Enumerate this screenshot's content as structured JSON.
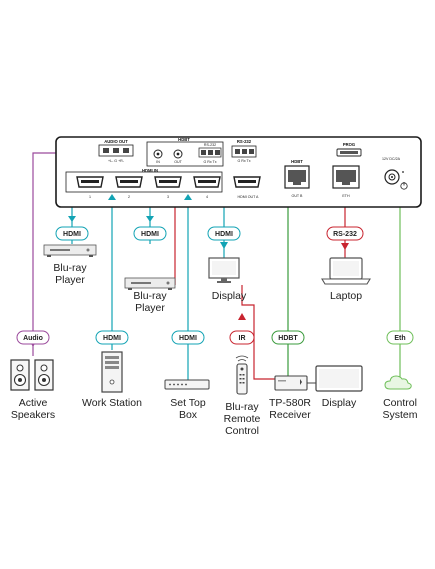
{
  "device": {
    "audio_out": "AUDIO OUT",
    "audio_pins": "+L-  G  +R-",
    "hdbt_top": "HDBT",
    "hdbt_in": "IN",
    "hdbt_out": "OUT",
    "hdbt_rs232": "RS-232",
    "hdbt_rs_pins": "G Rx Tx",
    "rs232": "RS-232",
    "rs232_pins": "G Rx Tx",
    "prog": "PROG",
    "power": "12V DC/2A",
    "hdmi_in": "HDMI IN",
    "hdmi_ports": [
      "1",
      "2",
      "3",
      "4"
    ],
    "hdmi_out_a": "HDMI OUT A",
    "hdbt_port": "HDBT",
    "out_b": "OUT B",
    "eth": "ETH"
  },
  "tags": {
    "hdmi1": "HDMI",
    "hdmi2": "HDMI",
    "hdmi_out": "HDMI",
    "rs232": "RS-232",
    "audio": "Audio",
    "hdmi3": "HDMI",
    "hdmi4": "HDMI",
    "ir": "IR",
    "hdbt": "HDBT",
    "eth": "Eth"
  },
  "devices": {
    "bluray1": [
      "Blu-ray",
      "Player"
    ],
    "bluray2": [
      "Blu-ray",
      "Player"
    ],
    "display_top": "Display",
    "laptop": "Laptop",
    "speakers": [
      "Active",
      "Speakers"
    ],
    "workstation": "Work Station",
    "settop": [
      "Set Top",
      "Box"
    ],
    "remote": [
      "Blu-ray",
      "Remote",
      "Control"
    ],
    "receiver": [
      "TP-580R",
      "Receiver"
    ],
    "display_bottom": "Display",
    "control": [
      "Control",
      "System"
    ]
  },
  "colors": {
    "hdmi": "#12a3b4",
    "audio": "#9b4a9c",
    "rs232": "#c8242f",
    "hdbt": "#3a9b3c",
    "eth": "#6fbf5a"
  }
}
